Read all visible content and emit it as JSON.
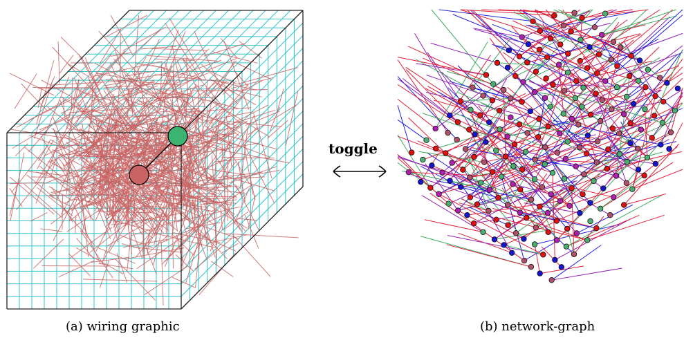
{
  "toggle": {
    "label": "toggle"
  },
  "panel_a": {
    "caption": "(a) wiring graphic"
  },
  "panel_b": {
    "caption": "(b) network-graph"
  },
  "colors": {
    "wire": "#c96464",
    "grid": "#2ec4c8",
    "cube_edge": "#222222",
    "highlight_node": "#3cb371",
    "node_red": "#e01010",
    "node_blue": "#1515d0",
    "node_green": "#4caf72",
    "node_rose": "#b0506a",
    "node_magenta": "#b020b0",
    "edge_red": "#e0203a",
    "edge_purple": "#9020b0",
    "edge_blue": "#2020e0",
    "edge_green": "#3caa60"
  }
}
